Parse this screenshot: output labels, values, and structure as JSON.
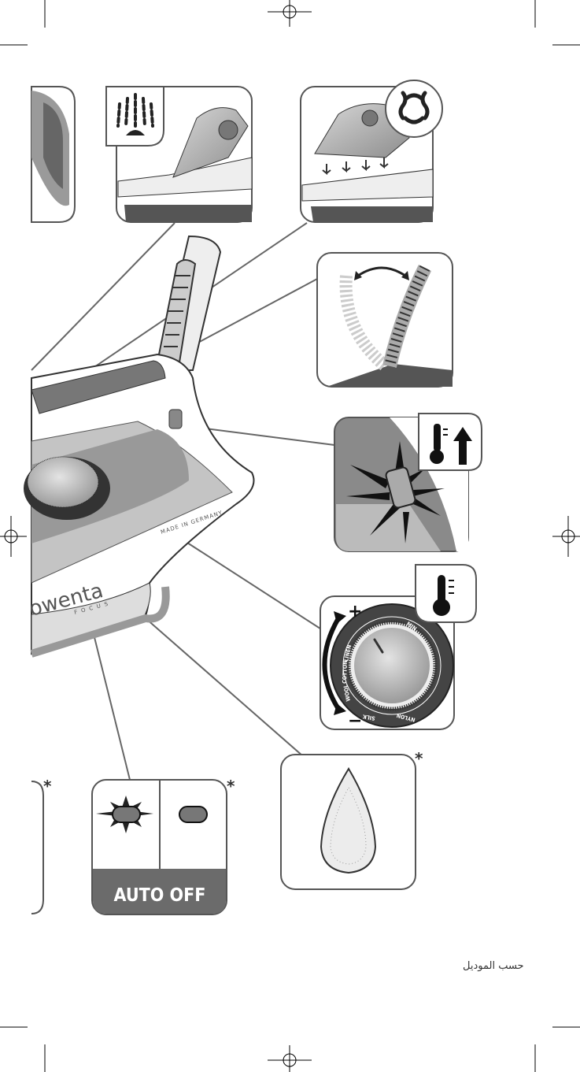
{
  "colors": {
    "panel_border": "#555555",
    "iron_grey": "#8a8a8a",
    "iron_light": "#c9c9c9",
    "dark": "#222222",
    "auto_off_band": "#6b6b6b"
  },
  "iron": {
    "brand_logo": "owenta",
    "model": "FOCUS",
    "made_in": "MADE IN GERMANY"
  },
  "panels": {
    "vertical_steam": {
      "icon": "vertical-steam-icon"
    },
    "steam_shot": {
      "icon": "steam-burst-icon"
    },
    "cord_pivot": {
      "icon": "double-arrow-icon"
    },
    "temp_light": {
      "icon": "thermometer-up-icon"
    },
    "thermostat": {
      "icon": "thermometer-icon",
      "plus": "+",
      "minus": "−",
      "labels": {
        "min": "MIN",
        "linen": "LINEN",
        "cotton": "COTTON",
        "wool": "WOOL",
        "silk": "SILK",
        "nylon": "NYLON"
      }
    },
    "auto_off": {
      "label": "AUTO OFF",
      "asterisk": "*"
    },
    "soleplate": {
      "asterisk": "*"
    },
    "left_partial": {
      "asterisk": "*"
    }
  },
  "footer": {
    "note": "حسب الموديل"
  }
}
